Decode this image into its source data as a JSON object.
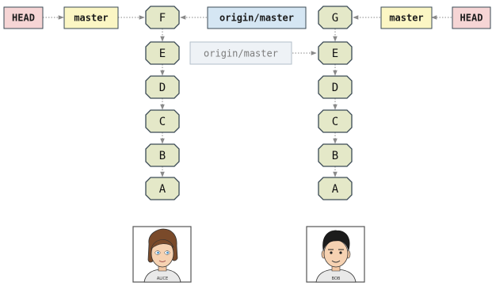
{
  "colors": {
    "head_fill": "#f6d5d5",
    "branch_fill": "#fbf6c4",
    "remote_fill": "#d5e6f3",
    "remote_faded_fill": "#eef2f6",
    "commit_fill": "#e4e8c8",
    "outline": "#3a4a55"
  },
  "left": {
    "head_label": "HEAD",
    "branch_label": "master",
    "commits": [
      "F",
      "E",
      "D",
      "C",
      "B",
      "A"
    ],
    "avatar_caption": "ALICE"
  },
  "center": {
    "remote_label": "origin/master",
    "stale_remote_label": "origin/master"
  },
  "right": {
    "head_label": "HEAD",
    "branch_label": "master",
    "commits": [
      "G",
      "E",
      "D",
      "C",
      "B",
      "A"
    ],
    "avatar_caption": "BOB"
  }
}
